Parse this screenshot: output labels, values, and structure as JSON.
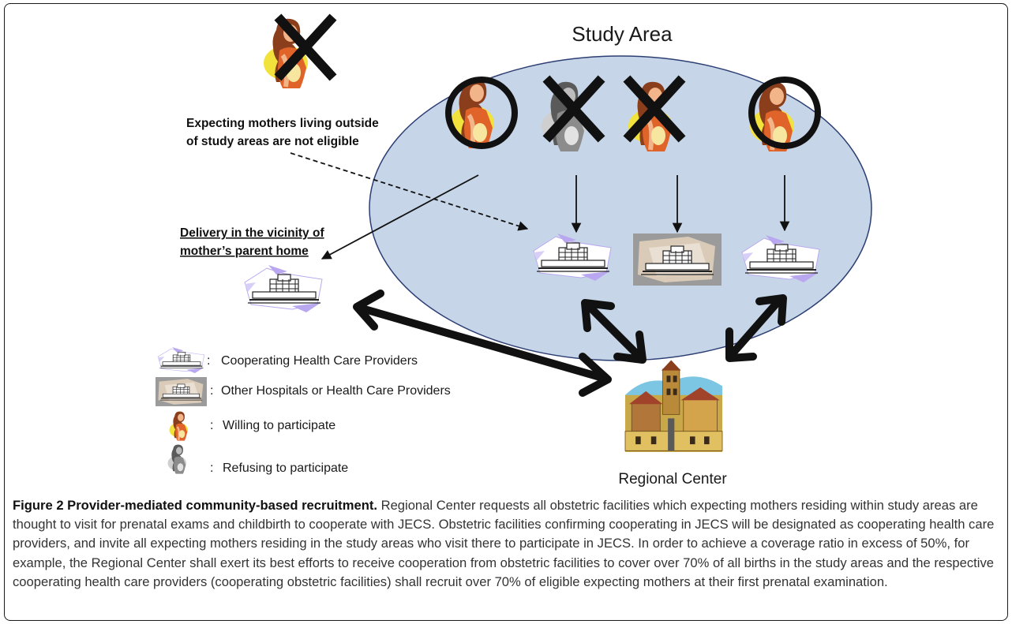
{
  "diagram": {
    "study_area_label": "Study Area",
    "outside_note_line1": "Expecting mothers living outside",
    "outside_note_line2": "of study areas are not eligible",
    "vicinity_line1": "Delivery in the vicinity of",
    "vicinity_line2": "mother’s parent home",
    "regional_center_label": "Regional Center",
    "colors": {
      "study_area_fill": "#c6d6e8",
      "study_area_stroke": "#2c3e73",
      "mother_clothes": "#e0632a",
      "mother_skin": "#f2b489",
      "mother_hair": "#8a3e1c",
      "belly_highlight": "#f2e33c",
      "refusing_gray": "#8c8c8c",
      "other_hospital_bg": "#9b9b9b",
      "cooperating_shape": "#b9a8f0"
    },
    "legend": [
      {
        "icon": "cooperating-hospital-icon",
        "sep": ":",
        "label": "Cooperating Health Care Providers"
      },
      {
        "icon": "other-hospital-icon",
        "sep": ":",
        "label": "Other Hospitals or Health Care Providers"
      },
      {
        "icon": "willing-mother-icon",
        "sep": ":",
        "label": "Willing to participate"
      },
      {
        "icon": "refusing-mother-icon",
        "sep": ":",
        "label": "Refusing to participate"
      }
    ]
  },
  "caption": {
    "title": "Figure 2 Provider-mediated community-based recruitment.",
    "body": " Regional Center requests all obstetric facilities which expecting mothers residing within study areas are thought to visit for prenatal exams and childbirth to cooperate with JECS. Obstetric facilities confirming cooperating in JECS will be designated as cooperating health care providers, and invite all expecting mothers residing in the study areas who visit there to participate in JECS. In order to achieve a coverage ratio in excess of 50%, for example, the Regional Center shall exert its best efforts to receive cooperation from obstetric facilities to cover over 70% of all births in the study areas and the respective cooperating health care providers (cooperating obstetric facilities) shall recruit over 70% of eligible expecting mothers at their first prenatal examination."
  }
}
